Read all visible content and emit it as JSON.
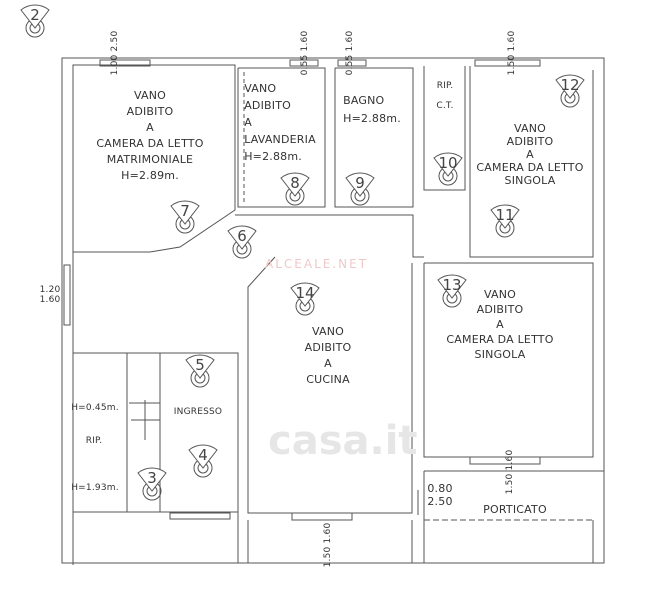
{
  "rooms": {
    "master": {
      "l1": "VANO",
      "l2": "ADIBITO",
      "l3": "A",
      "l4": "CAMERA DA LETTO",
      "l5": "MATRIMONIALE",
      "h": "H=2.89m."
    },
    "laundry": {
      "l1": "VANO",
      "l2": "ADIBITO",
      "l3": "A",
      "l4": "LAVANDERIA",
      "h": "H=2.88m."
    },
    "bath": {
      "l1": "BAGNO",
      "h": "H=2.88m."
    },
    "ripct": {
      "l1": "RIP.",
      "l2": "C.T."
    },
    "single1": {
      "l1": "VANO",
      "l2": "ADIBITO",
      "l3": "A",
      "l4": "CAMERA DA LETTO",
      "l5": "SINGOLA"
    },
    "single2": {
      "l1": "VANO",
      "l2": "ADIBITO",
      "l3": "A",
      "l4": "CAMERA DA LETTO",
      "l5": "SINGOLA"
    },
    "kitchen": {
      "l1": "VANO",
      "l2": "ADIBITO",
      "l3": "A",
      "l4": "CUCINA"
    },
    "entry": {
      "l1": "INGRESSO"
    },
    "storage": {
      "l1": "RIP.",
      "h1": "H=0.45m.",
      "h2": "H=1.93m."
    },
    "porch": {
      "l1": "PORTICATO"
    }
  },
  "dimensions": {
    "w1": {
      "a": "1.00",
      "b": "2.50"
    },
    "w2": {
      "a": "0.55",
      "b": "1.60"
    },
    "w3": {
      "a": "0.55",
      "b": "1.60"
    },
    "w4": {
      "a": "1.50",
      "b": "1.60"
    },
    "w5": {
      "a": "1.20",
      "b": "1.60"
    },
    "w6": {
      "a": "0.80",
      "b": "2.50"
    },
    "w7": {
      "a": "1.50",
      "b": "1.60"
    },
    "w8": {
      "a": "1.50",
      "b": "1.60"
    }
  },
  "viewpoints": [
    "2",
    "3",
    "4",
    "5",
    "6",
    "7",
    "8",
    "9",
    "10",
    "11",
    "12",
    "13",
    "14"
  ],
  "watermark": "casa.it",
  "watermark2": "ALCEALE.NET"
}
